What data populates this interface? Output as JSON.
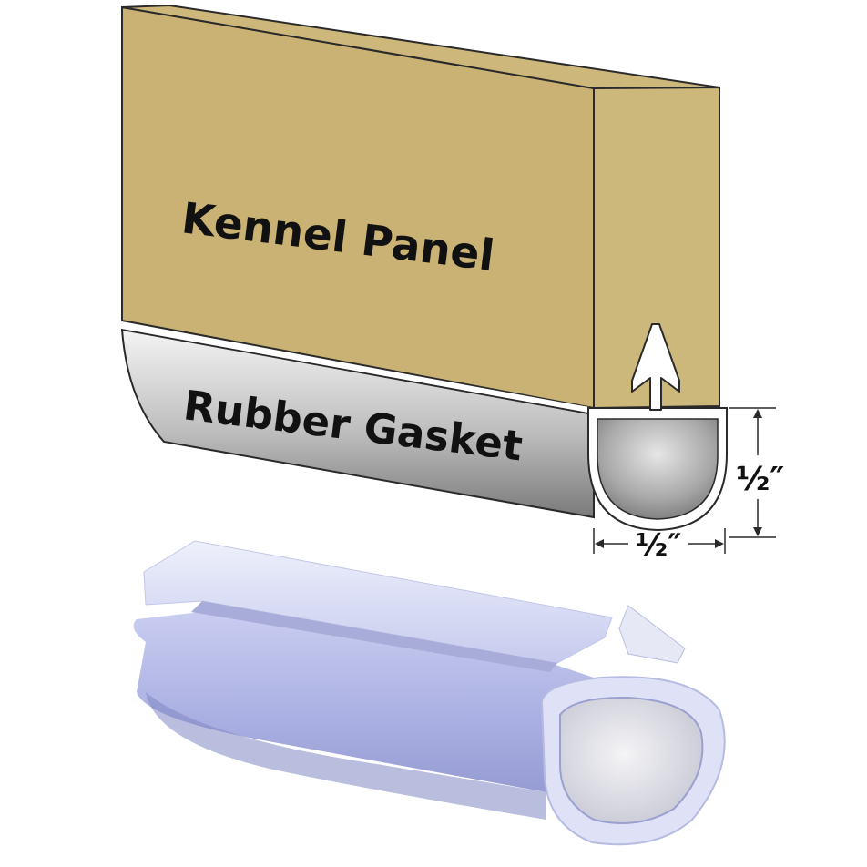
{
  "labels": {
    "panel": "Kennel Panel",
    "gasket": "Rubber Gasket",
    "height_dim": "½″",
    "width_dim": "½″"
  },
  "colors": {
    "panel_fill": "#c9b274",
    "panel_side": "#cdb87b",
    "outline": "#2a2a2a",
    "gasket_light": "#f2f2f2",
    "gasket_dark": "#7d7d7d",
    "photo_gasket": "#b7bde6",
    "photo_gasket_shadow": "#8f97cf"
  }
}
